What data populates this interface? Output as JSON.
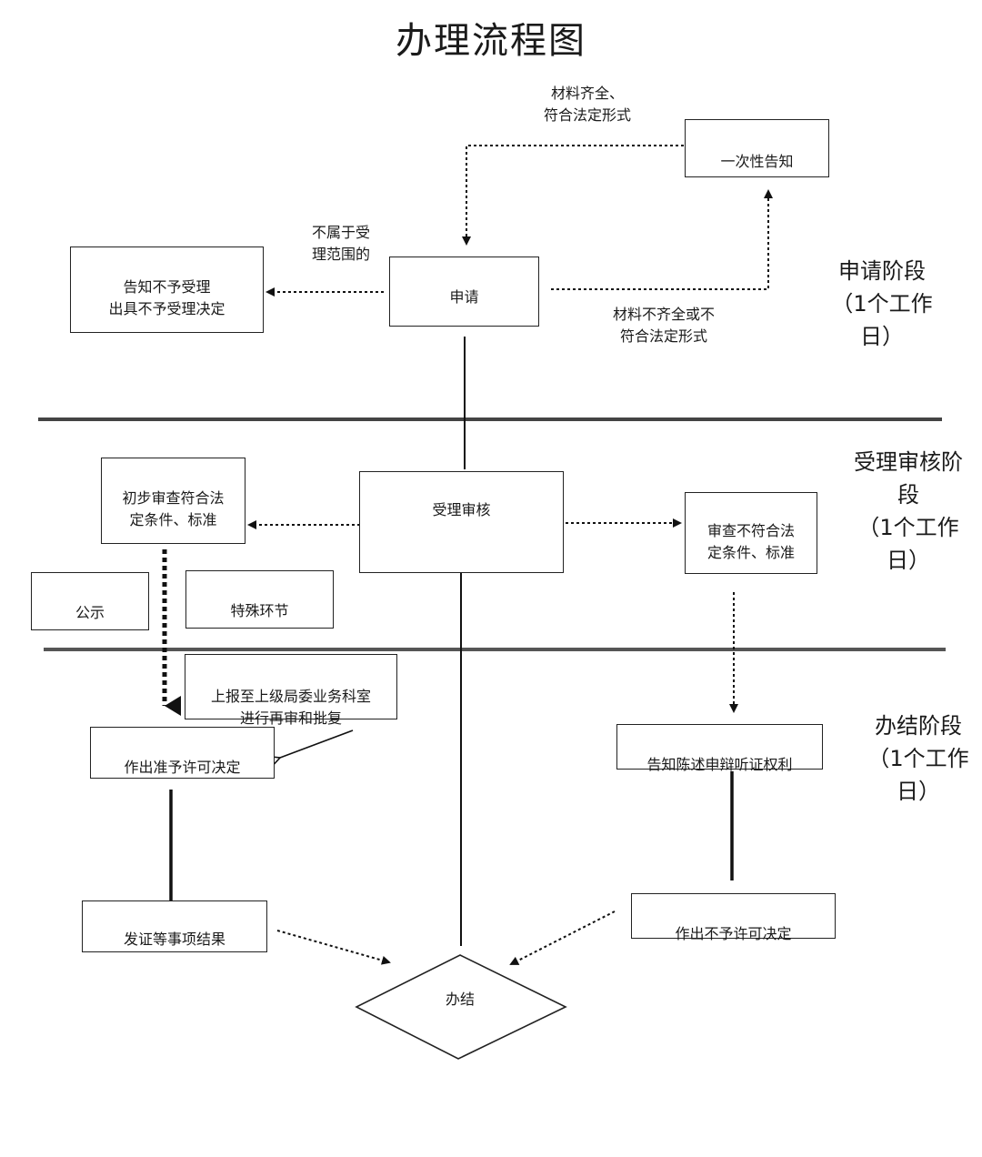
{
  "title": "办理流程图",
  "nodes": {
    "notify_once": "一次性告知",
    "apply": "申请",
    "notify_reject": "告知不予受理\n出具不予受理决定",
    "review": "受理审核",
    "prelim_ok": "初步审查符合法\n定条件、标准",
    "review_fail": "审查不符合法\n定条件、标准",
    "publicity": "公示",
    "special": "特殊环节",
    "report": "上报至上级局委业务科室\n进行再审和批复",
    "grant": "作出准予许可决定",
    "inform_rights": "告知陈述申辩听证权利",
    "issue": "发证等事项结果",
    "deny": "作出不予许可决定",
    "done": "办结"
  },
  "edge_labels": {
    "complete": "材料齐全、\n符合法定形式",
    "out_of_scope": "不属于受\n理范围的",
    "incomplete": "材料不齐全或不\n符合法定形式"
  },
  "phases": {
    "apply": "申请阶段\n（1个工作\n日）",
    "review": "受理审核阶\n段\n（1个工作\n日）",
    "finish": "办结阶段\n（1个工作\n日）"
  }
}
